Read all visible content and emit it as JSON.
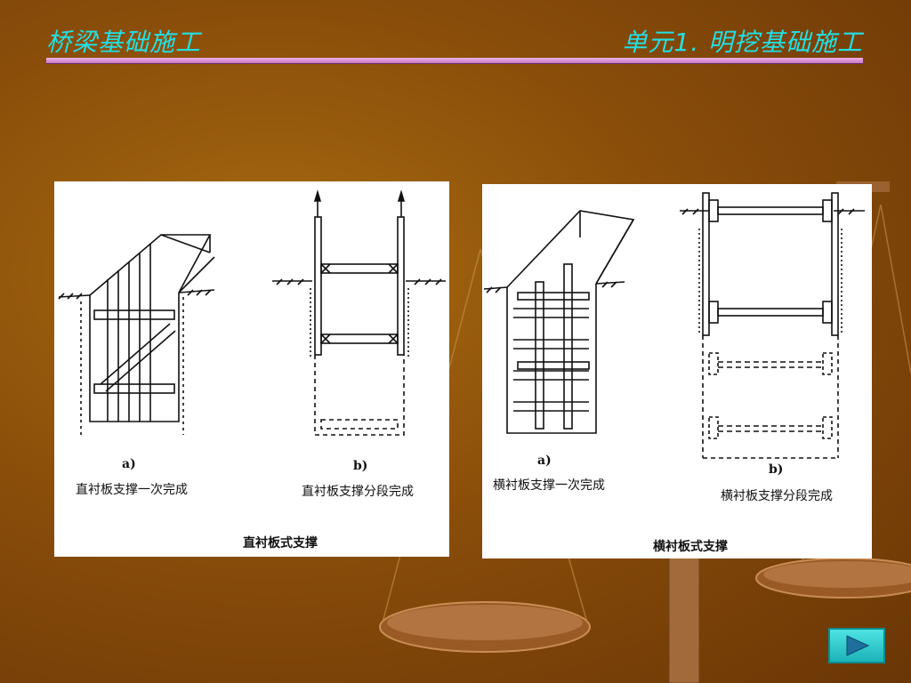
{
  "header": {
    "course_title": "桥梁基础施工",
    "unit_title": "单元1. 明挖基础施工"
  },
  "figures": {
    "left": {
      "a_label": "a)",
      "a_caption": "直衬板支撑一次完成",
      "b_label": "b)",
      "b_caption": "直衬板支撑分段完成",
      "title": "直衬板式支撑"
    },
    "right": {
      "a_label": "a)",
      "a_caption": "横衬板支撑一次完成",
      "b_label": "b)",
      "b_caption": "横衬板支撑分段完成",
      "title": "横衬板式支撑"
    }
  },
  "navigation": {
    "next_icon": "play-triangle-icon"
  },
  "colors": {
    "title": "#22e0e6",
    "rule": "#d08ccc",
    "nav": "#2cc6cc"
  }
}
